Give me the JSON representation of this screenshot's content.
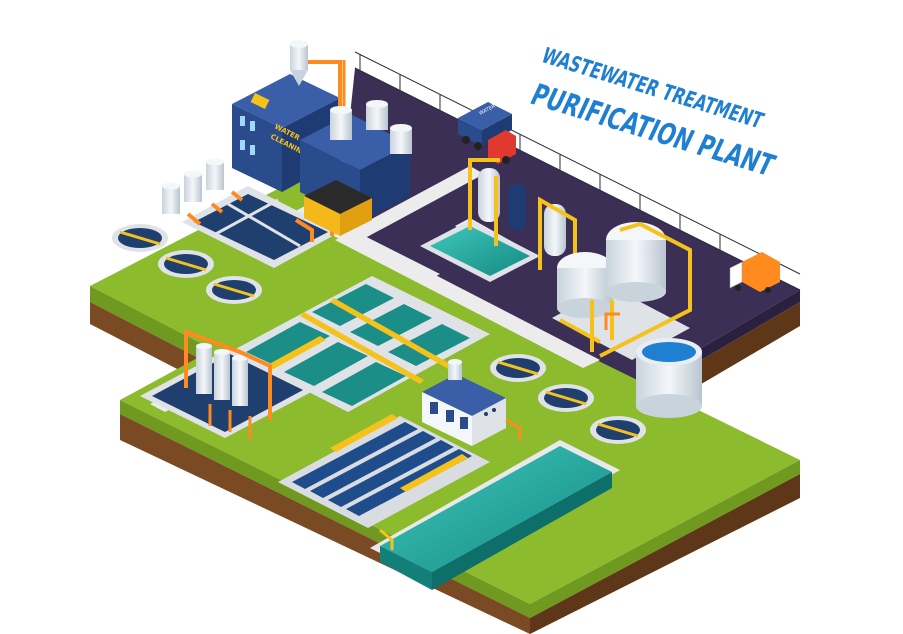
{
  "title": {
    "line1": "WASTEWATER TREATMENT",
    "line2": "PURIFICATION PLANT"
  },
  "building_sign": {
    "line1": "WATER",
    "line2": "CLEANING"
  },
  "truck_sign": "WATER",
  "colors": {
    "grass": "#8dbb2e",
    "grass_side": "#6f9a1f",
    "soil": "#7a4a24",
    "soil_dark": "#5e3718",
    "road": "#ececec",
    "asphalt": "#3b2f55",
    "asphalt_side": "#2a2140",
    "water_teal": "#1fa49a",
    "water_dark": "#0e6f6a",
    "pool_blue": "#1f4c8a",
    "building_blue": "#2a4b8c",
    "pipe_orange": "#ff8a1e",
    "rail_yellow": "#f5c21b",
    "tank_white": "#e9eef3",
    "title_blue": "#1f7fd0"
  },
  "icons": [
    "factory-building-icon",
    "silo-icon",
    "tanker-truck-icon",
    "delivery-truck-icon",
    "clarifier-tank-icon",
    "storage-tank-icon"
  ]
}
